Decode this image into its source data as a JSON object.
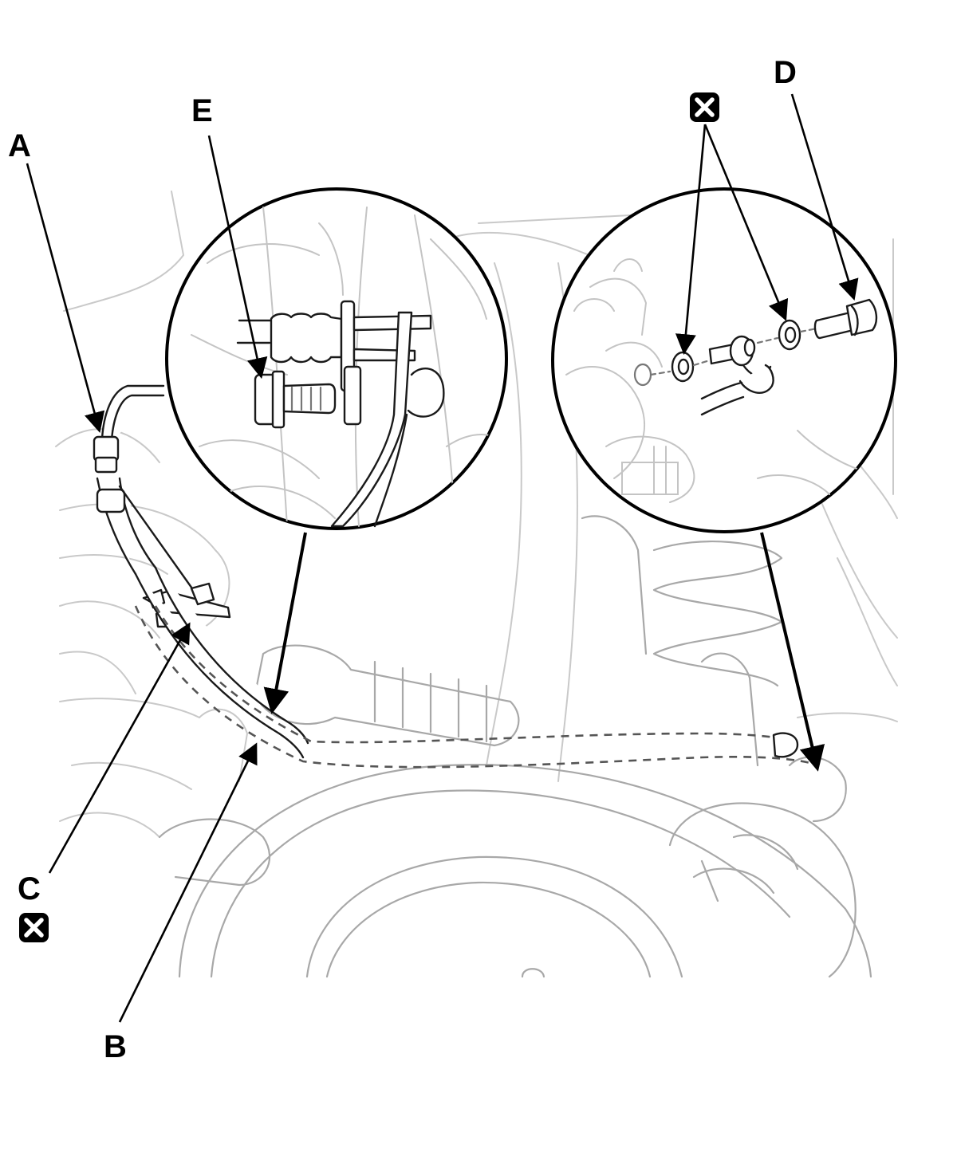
{
  "callouts": {
    "a": "A",
    "b": "B",
    "c": "C",
    "d": "D",
    "e": "E"
  },
  "icons": {
    "replace_symbol": "replace-icon",
    "replace_glyph": "✕"
  },
  "colors": {
    "ink": "#000000",
    "background_linework": "#c9c9c9",
    "badge_fill": "#000000",
    "badge_glyph": "#ffffff"
  }
}
